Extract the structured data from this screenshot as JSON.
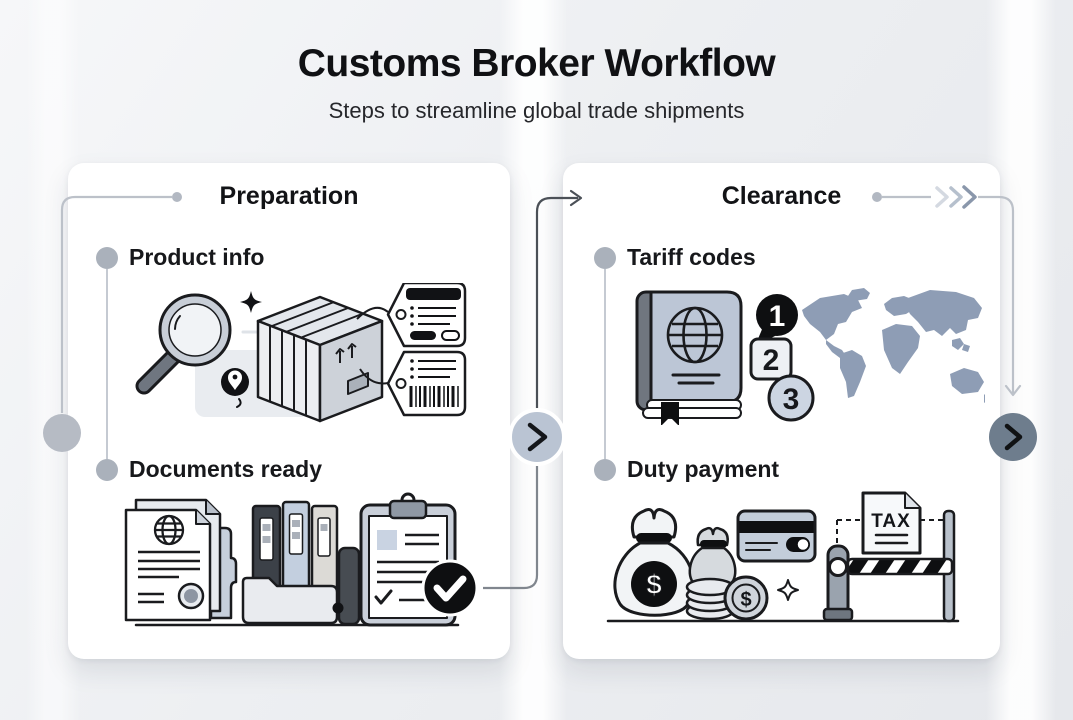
{
  "header": {
    "title": "Customs Broker Workflow",
    "subtitle": "Steps to streamline global trade shipments"
  },
  "panels": [
    {
      "id": "preparation",
      "title": "Preparation",
      "items": [
        {
          "label": "Product info",
          "icons": [
            "magnifier-icon",
            "sparkle-icon",
            "location-pin-icon",
            "shipping-crate-icon",
            "label-tag-icon",
            "barcode-tag-icon"
          ]
        },
        {
          "label": "Documents ready",
          "icons": [
            "certificate-document-icon",
            "binder-folder-icon",
            "checklist-clipboard-icon",
            "check-badge-icon"
          ]
        }
      ]
    },
    {
      "id": "clearance",
      "title": "Clearance",
      "items": [
        {
          "label": "Tariff codes",
          "icons": [
            "tariff-book-icon",
            "world-map-icon",
            "step-badge-icons"
          ],
          "step_badges": [
            "1",
            "2",
            "3"
          ]
        },
        {
          "label": "Duty payment",
          "icons": [
            "money-bag-icon",
            "coin-stack-icon",
            "dollar-coin-icon",
            "credit-card-icon",
            "sparkle-icon",
            "toll-barrier-icon",
            "tax-document-icon"
          ],
          "currency_symbol": "$",
          "tax_label": "TAX"
        }
      ]
    }
  ],
  "connectors": {
    "flow_direction": "left-to-right",
    "middle_node": "chevron-right",
    "end_node": "chevron-right"
  },
  "colors": {
    "canvas_bg": "#edeff2",
    "panel_bg": "#ffffff",
    "text_primary": "#121316",
    "connector_gray": "#bcc1c9",
    "node_light": "#bac4d3",
    "node_dark": "#6e7d8d",
    "map_fill": "#8e9db5",
    "badge_black": "#0e0f11"
  }
}
